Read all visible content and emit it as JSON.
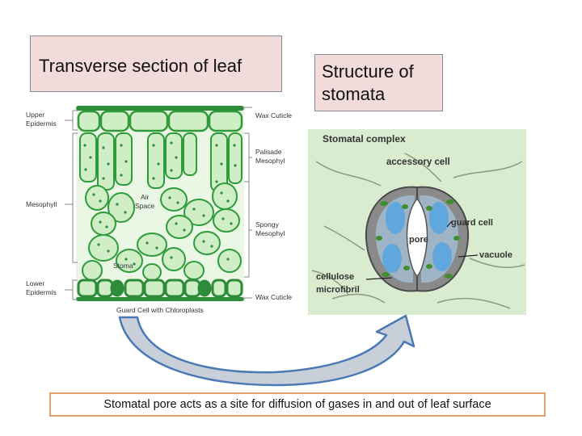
{
  "titles": {
    "leaf_section": "Transverse section of leaf",
    "stomata_line1": "Structure of",
    "stomata_line2": "stomata"
  },
  "leaf_labels": {
    "upper_epidermis_1": "Upper",
    "upper_epidermis_2": "Epidermis",
    "mesophyll": "Mesophyll",
    "lower_epidermis_1": "Lower",
    "lower_epidermis_2": "Epidermis",
    "wax_cuticle_top": "Wax Cuticle",
    "palisade_1": "Palisade",
    "palisade_2": "Mesophyl",
    "spongy_1": "Spongy",
    "spongy_2": "Mesophyl",
    "wax_cuticle_bottom": "Wax Cuticle",
    "air_space_1": "Air",
    "air_space_2": "Space",
    "stoma": "Stoma",
    "guard_cell": "Guard Cell with Chloroplasts"
  },
  "stomata_labels": {
    "complex": "Stomatal complex",
    "accessory": "accessory cell",
    "guard_cell": "guard cell",
    "pore": "pore",
    "vacuole": "vacuole",
    "cellulose_1": "cellulose",
    "cellulose_2": "microfibril"
  },
  "caption": "Stomatal pore acts as a site for diffusion of gases in and out of leaf surface",
  "colors": {
    "title_fill": "#f2dcdb",
    "cell_fill": "#cfeec6",
    "cell_stroke": "#2e9a3a",
    "epidermis_fill": "#2e8b3a",
    "arrow_fill": "#c9cfd8",
    "arrow_stroke": "#4a79b5",
    "caption_border": "#e3a16c",
    "vacuole": "#5aa6e0"
  }
}
